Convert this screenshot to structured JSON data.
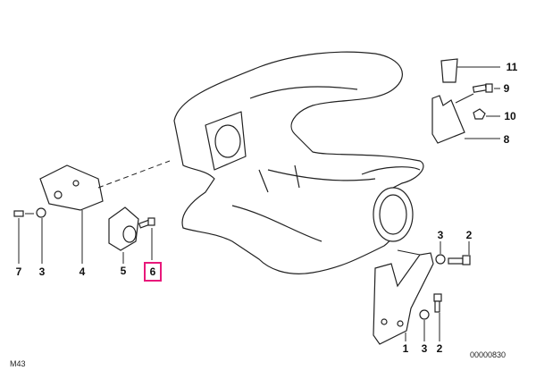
{
  "diagram": {
    "labels": {
      "p11": "11",
      "p9": "9",
      "p10": "10",
      "p8": "8",
      "p7": "7",
      "p3a": "3",
      "p4": "4",
      "p5": "5",
      "p6": "6",
      "p3b": "3",
      "p2a": "2",
      "p1": "1",
      "p3c": "3",
      "p2b": "2"
    },
    "highlighted_part": "6",
    "highlight_color": "#e8187a",
    "model_code": "M43",
    "diagram_number": "00000830"
  }
}
